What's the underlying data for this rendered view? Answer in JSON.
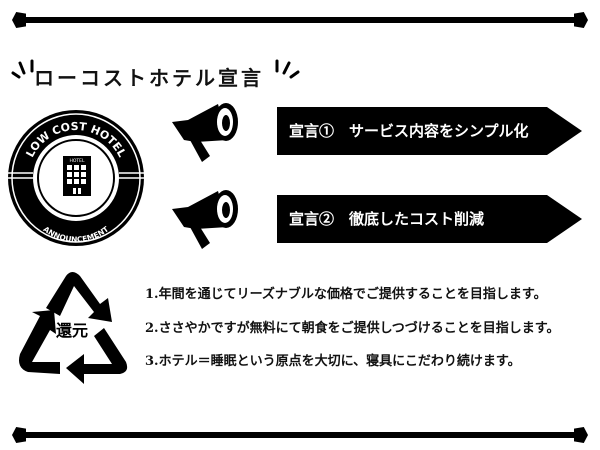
{
  "title": "ローコストホテル宣言",
  "badge": {
    "top_text": "LOW COST HOTEL",
    "bottom_text": "ANNOUNCEMENT",
    "building_label": "HOTEL"
  },
  "declarations": [
    {
      "label": "宣言①　サービス内容をシンプル化"
    },
    {
      "label": "宣言②　徹底したコスト削減"
    }
  ],
  "recycle_label": "還元",
  "items": [
    "1.年間を通じてリーズナブルな価格でご提供することを目指します。",
    "2.ささやかですが無料にて朝食をご提供しつづけることを目指します。",
    "3.ホテル＝睡眠という原点を大切に、寝具にこだわり続けます。"
  ]
}
